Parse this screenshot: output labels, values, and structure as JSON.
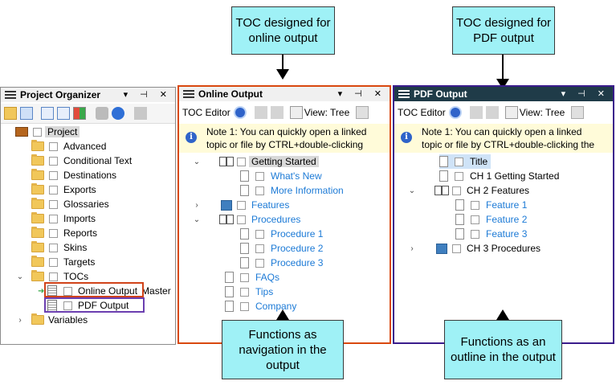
{
  "callouts": {
    "online_top": "TOC designed for online output",
    "pdf_top": "TOC designed for PDF output",
    "online_bottom": "Functions as navigation in the output",
    "pdf_bottom": "Functions as an outline in the output"
  },
  "project_organizer": {
    "title": "Project Organizer",
    "title_controls": "▾ ⊣ ✕",
    "root": "Project",
    "folders": [
      "Advanced",
      "Conditional Text",
      "Destinations",
      "Exports",
      "Glossaries",
      "Imports",
      "Reports",
      "Skins",
      "Targets",
      "TOCs",
      "Variables"
    ],
    "tocs": [
      {
        "label": "Online Output",
        "suffix": "Master"
      },
      {
        "label": "PDF Output",
        "suffix": ""
      }
    ]
  },
  "online_output": {
    "title": "Online Output",
    "toolbar_label": "TOC Editor",
    "view_label": "View: Tree",
    "note": [
      "Note 1: You can quickly open a linked",
      "topic or file by CTRL+double-clicking"
    ],
    "items": {
      "getting_started": "Getting Started",
      "whats_new": "What's New",
      "more_info": "More Information",
      "features": "Features",
      "procedures": "Procedures",
      "procedure1": "Procedure 1",
      "procedure2": "Procedure 2",
      "procedure3": "Procedure 3",
      "faqs": "FAQs",
      "tips": "Tips",
      "company": "Company"
    }
  },
  "pdf_output": {
    "title": "PDF Output",
    "toolbar_label": "TOC Editor",
    "view_label": "View: Tree",
    "note": [
      "Note 1: You can quickly open a linked",
      "topic or file by CTRL+double-clicking the"
    ],
    "items": {
      "title": "Title",
      "ch1": "CH 1 Getting Started",
      "ch2": "CH 2 Features",
      "feature1": "Feature 1",
      "feature2": "Feature 2",
      "feature3": "Feature 3",
      "ch3": "CH 3 Procedures"
    }
  },
  "colors": {
    "callout_fill": "#9ff1f6",
    "online_border": "#d9480f",
    "pdf_border": "#3a1c8c",
    "pdf_titlebar": "#1f3b48",
    "online_highlight": "#d0431a",
    "pdf_highlight": "#6b3fb0",
    "link": "#1c7ad6"
  }
}
